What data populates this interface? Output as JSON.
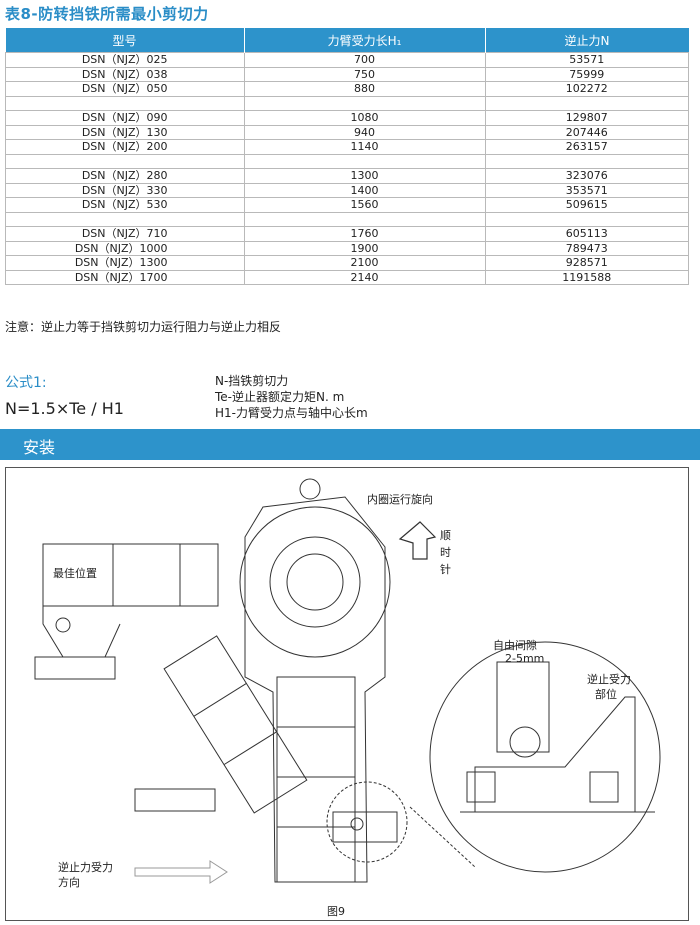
{
  "title": "表8-防转挡铁所需最小剪切力",
  "table": {
    "headers": [
      "型号",
      "力臂受力长H₁",
      "逆止力N"
    ],
    "groups": [
      [
        [
          "DSN（NJZ）025",
          "700",
          "53571"
        ],
        [
          "DSN（NJZ）038",
          "750",
          "75999"
        ],
        [
          "DSN（NJZ）050",
          "880",
          "102272"
        ]
      ],
      [
        [
          "DSN（NJZ）090",
          "1080",
          "129807"
        ],
        [
          "DSN（NJZ）130",
          "940",
          "207446"
        ],
        [
          "DSN（NJZ）200",
          "1140",
          "263157"
        ]
      ],
      [
        [
          "DSN（NJZ）280",
          "1300",
          "323076"
        ],
        [
          "DSN（NJZ）330",
          "1400",
          "353571"
        ],
        [
          "DSN（NJZ）530",
          "1560",
          "509615"
        ]
      ],
      [
        [
          "DSN（NJZ）710",
          "1760",
          "605113"
        ],
        [
          "DSN（NJZ）1000",
          "1900",
          "789473"
        ],
        [
          "DSN（NJZ）1300",
          "2100",
          "928571"
        ],
        [
          "DSN（NJZ）1700",
          "2140",
          "1191588"
        ]
      ]
    ]
  },
  "note": "注意：逆止力等于挡铁剪切力运行阻力与逆止力相反",
  "formula": {
    "label": "公式1:",
    "equation": "N=1.5×Te / H1",
    "definitions": [
      "N-挡铁剪切力",
      "Te-逆止器额定力矩N. m",
      "H1-力臂受力点与轴中心长m"
    ]
  },
  "section": "安装",
  "figure": {
    "inner_ring": "内圈运行旋向",
    "clockwise": [
      "顺",
      "时",
      "针"
    ],
    "best_position": "最佳位置",
    "free_gap": "自由间隙",
    "gap_value": "2-5mm",
    "force_part": [
      "逆止受力",
      "部位"
    ],
    "force_dir": [
      "逆止力受力",
      "方向"
    ],
    "caption": "图9"
  },
  "colors": {
    "accent": "#2d93cb"
  }
}
